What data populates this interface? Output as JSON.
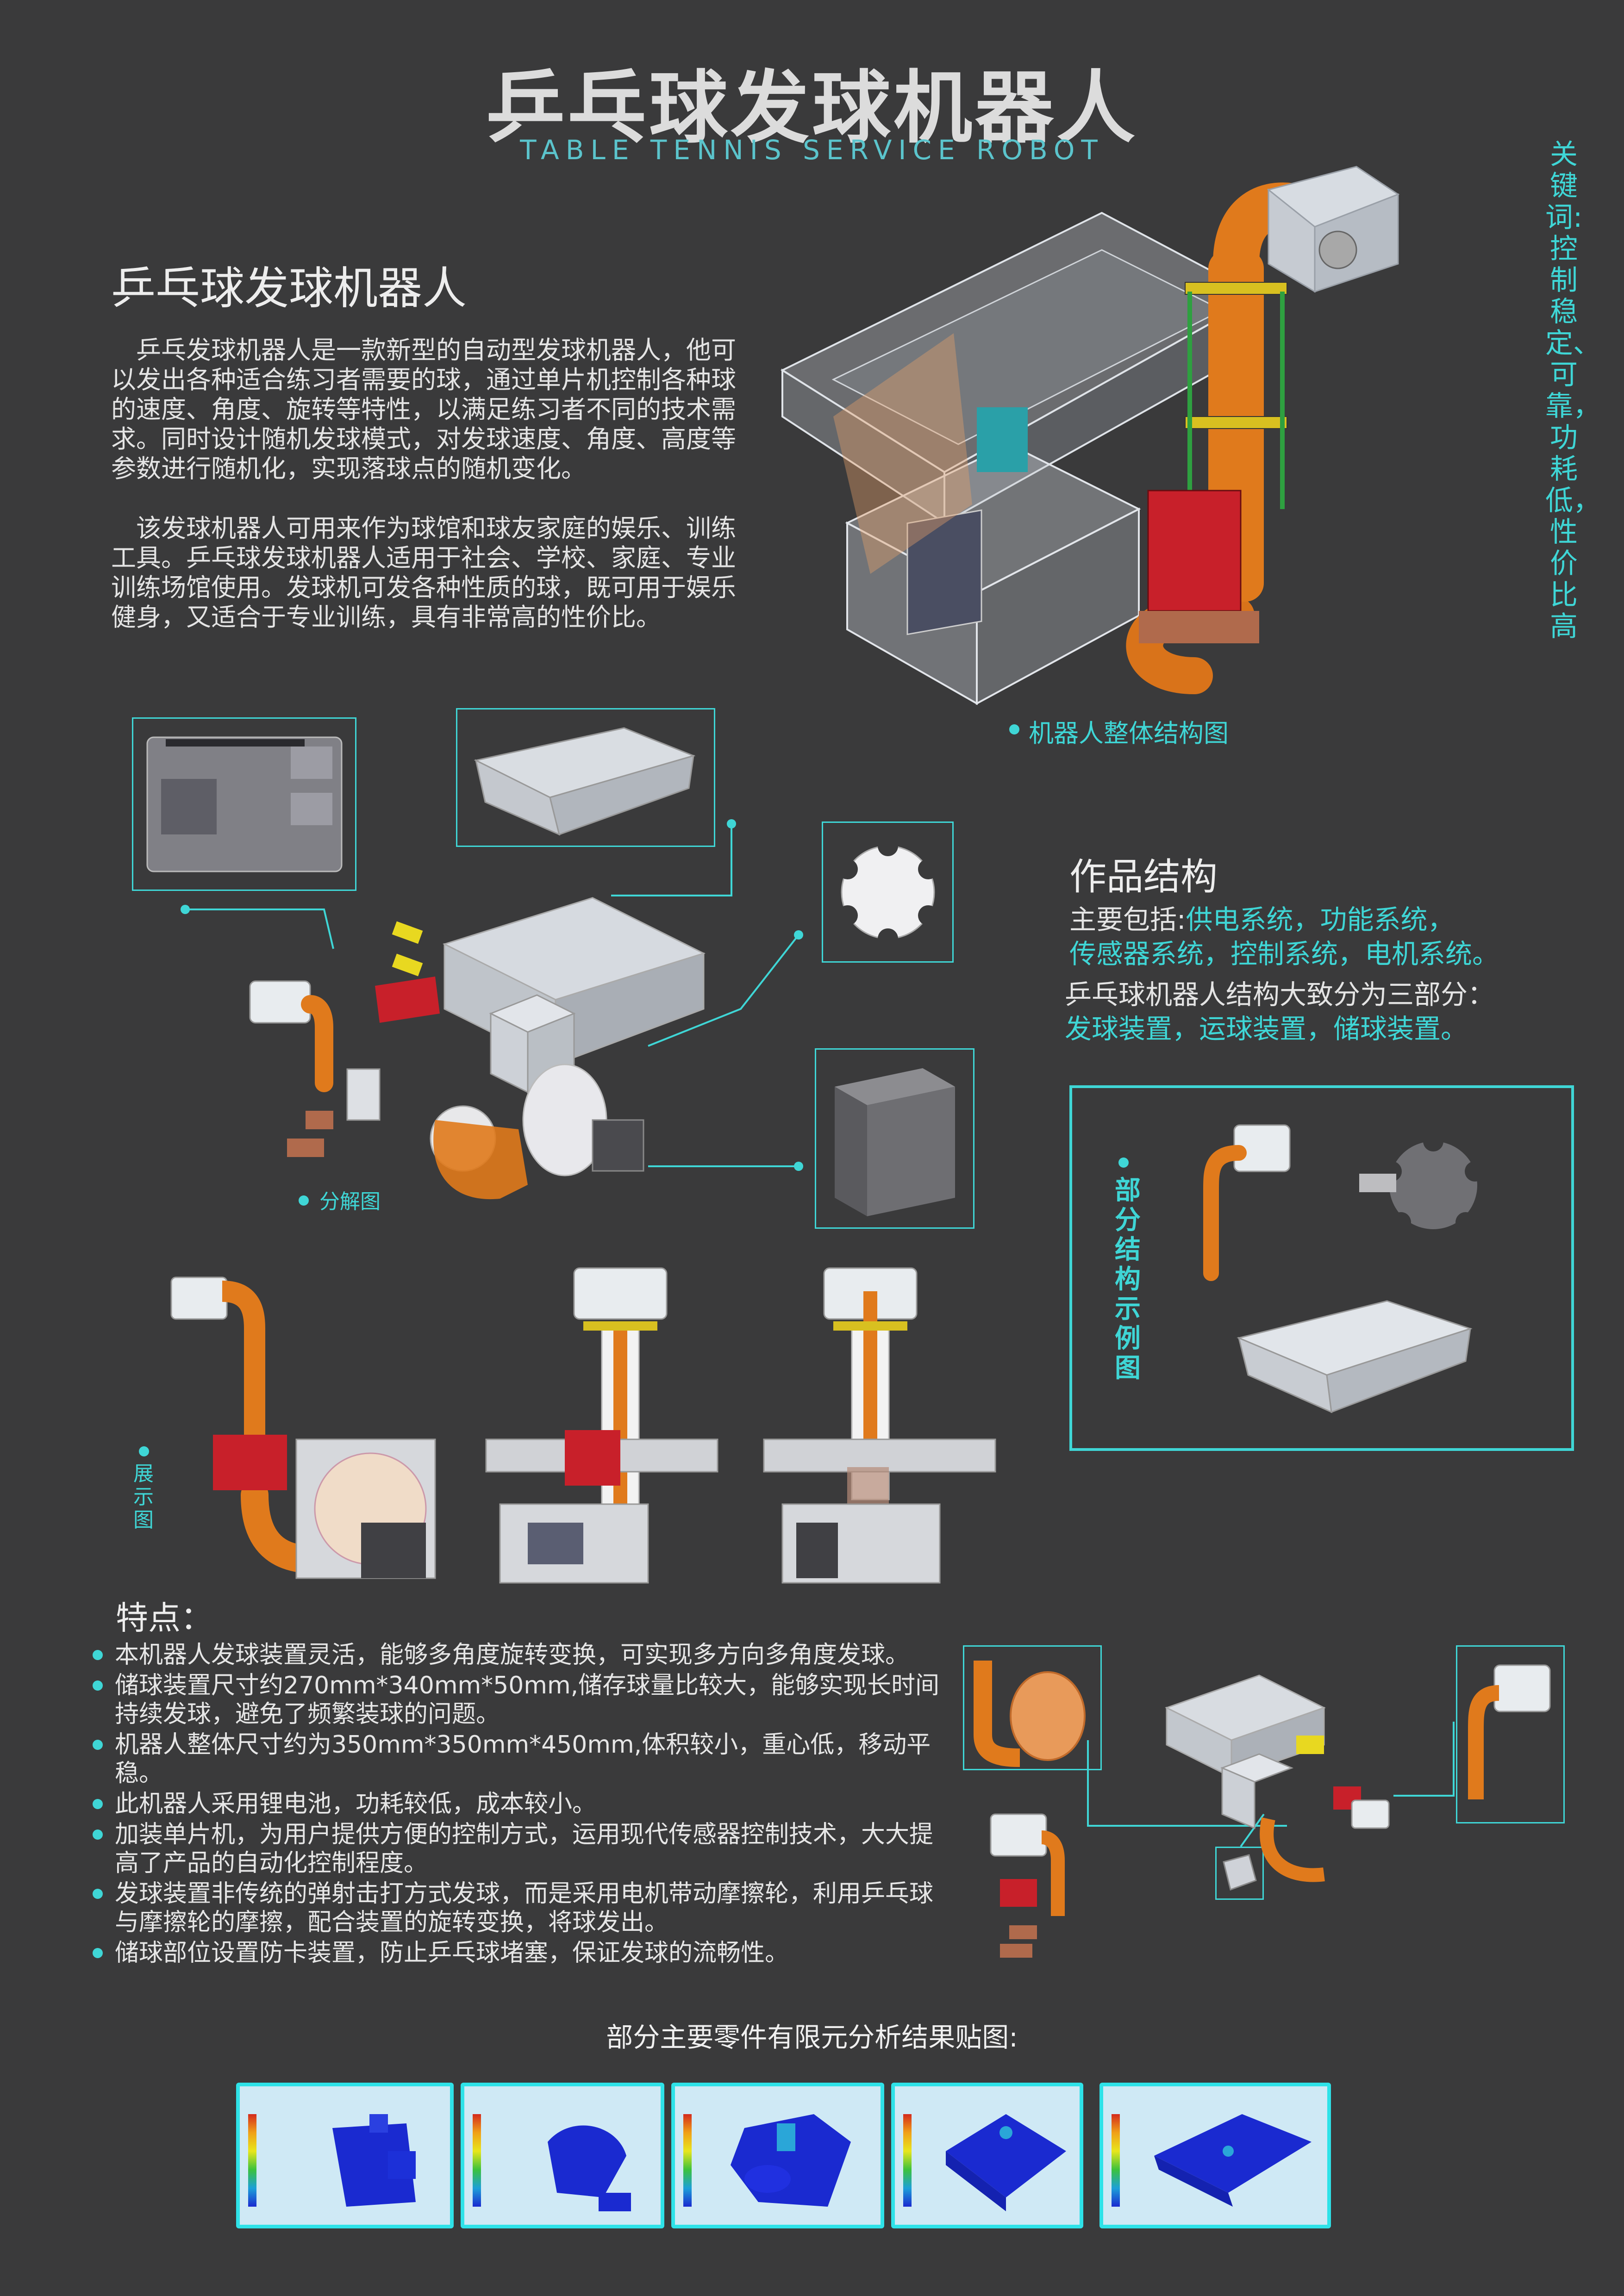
{
  "header": {
    "title": "乒乓球发球机器人",
    "subtitle": "TABLE TENNIS SERVICE ROBOT"
  },
  "side_keywords": "关键词:控制稳定、可靠，功耗低，性价比高",
  "intro": {
    "heading": "乒乓球发球机器人",
    "para1": "乒乓发球机器人是一款新型的自动型发球机器人，他可以发出各种适合练习者需要的球，通过单片机控制各种球的速度、角度、旋转等特性，以满足练习者不同的技术需求。同时设计随机发球模式，对发球速度、角度、高度等参数进行随机化，实现落球点的随机变化。",
    "para2": "该发球机器人可用来作为球馆和球友家庭的娱乐、训练工具。乒乓球发球机器人适用于社会、学校、家庭、专业训练场馆使用。发球机可发各种性质的球，既可用于娱乐健身，又适合于专业训练，具有非常高的性价比。"
  },
  "captions": {
    "overall": "机器人整体结构图",
    "exploded": "分解图",
    "display": "展示图",
    "partial": "部分结构示例图"
  },
  "structure": {
    "heading": "作品结构",
    "line1_prefix": "主要包括:",
    "line1_value": "供电系统，功能系统，",
    "line2_value": "传感器系统，控制系统，电机系统。",
    "line3": "乒乓球机器人结构大致分为三部分：",
    "line4_value": "发球装置，运球装置，储球装置。"
  },
  "features": {
    "heading": "特点：",
    "items": [
      "本机器人发球装置灵活，能够多角度旋转变换，可实现多方向多角度发球。",
      "储球装置尺寸约270mm*340mm*50mm,储存球量比较大，能够实现长时间持续发球，避免了频繁装球的问题。",
      "机器人整体尺寸约为350mm*350mm*450mm,体积较小，重心低，移动平稳。",
      "此机器人采用锂电池，功耗较低，成本较小。",
      "加装单片机，为用户提供方便的控制方式，运用现代传感器控制技术，大大提高了产品的自动化控制程度。",
      "发球装置非传统的弹射击打方式发球，而是采用电机带动摩擦轮，利用乒乓球与摩擦轮的摩擦，配合装置的旋转变换，将球发出。",
      "储球部位设置防卡装置，防止乒乓球堵塞，保证发球的流畅性。"
    ]
  },
  "fea_title": "部分主要零件有限元分析结果贴图:",
  "colors": {
    "background": "#3a3a3b",
    "accent": "#3fd6d6",
    "orange_tube": "#e07a1c",
    "red_part": "#c8202a",
    "fea_blue": "#1a2ad0"
  }
}
